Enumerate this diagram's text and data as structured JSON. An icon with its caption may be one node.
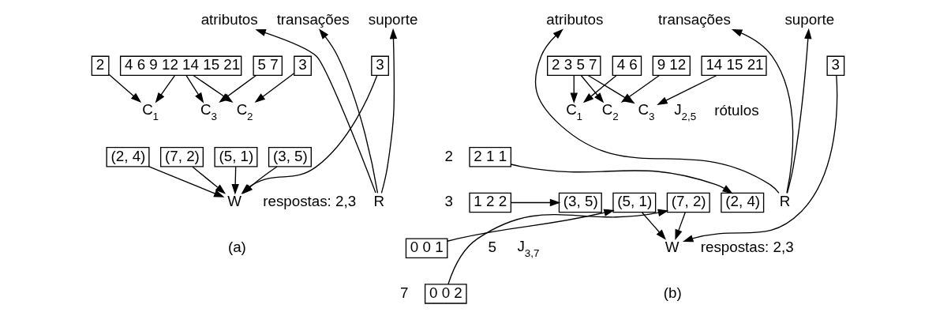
{
  "diagram": {
    "nodes": [
      {
        "text": [
          "R"
        ]
      },
      {
        "text": [
          "atributos"
        ]
      },
      {
        "text": [
          "transações"
        ]
      },
      {
        "text": [
          "suporte"
        ]
      },
      {
        "text": [
          "2"
        ]
      },
      {
        "text": [
          "3"
        ]
      },
      {
        "text": [
          "5 7"
        ]
      },
      {
        "text": [
          "4 6 9 12 14 15 21"
        ]
      },
      {
        "text": [
          "3"
        ]
      },
      {
        "text": [
          "C$_{1}$"
        ]
      },
      {
        "text": [
          "C$_{2}$"
        ]
      },
      {
        "text": [
          "C$_{3}$"
        ]
      },
      {
        "text": [
          "(2, 4)"
        ]
      },
      {
        "text": [
          "(3, 5)"
        ]
      },
      {
        "text": [
          "(5, 1)"
        ]
      },
      {
        "text": [
          "(7, 2)"
        ]
      },
      {
        "text": [
          "W"
        ],
        "beside": [
          "respostas: 2,3"
        ]
      },
      {
        "text": [
          "R"
        ]
      },
      {
        "text": [
          "atributos"
        ]
      },
      {
        "text": [
          "transações"
        ]
      },
      {
        "text": [
          "suporte"
        ]
      },
      {
        "text": [
          "2 3 5 7"
        ]
      },
      {
        "text": [
          "4 6"
        ]
      },
      {
        "text": [
          "9 12"
        ]
      },
      {
        "text": [
          "14 15 21"
        ]
      },
      {
        "text": [
          "3"
        ]
      },
      {
        "text": [
          "C$_{1}$"
        ]
      },
      {
        "text": [
          "C$_{2}$"
        ]
      },
      {
        "text": [
          "C$_{3}$"
        ]
      },
      {
        "text": [
          "2 1 1"
        ]
      },
      {
        "text": [
          "1 2 2"
        ]
      },
      {
        "text": [
          "0 0 1"
        ]
      },
      {
        "text": [
          "0 0 2"
        ]
      },
      {
        "text": [
          "(2, 4)"
        ]
      },
      {
        "text": [
          "(5, 1)"
        ]
      },
      {
        "text": [
          "(3, 5)"
        ]
      },
      {
        "text": [
          "(7, 2)"
        ]
      },
      {
        "text": [
          "W"
        ],
        "beside": [
          "respostas: 2,3"
        ]
      }
    ],
    "edges": [
      {
        "from": 0,
        "to": 1,
        "arrow": "to"
      },
      {
        "from": 0,
        "to": 2,
        "arrow": "to"
      },
      {
        "from": 0,
        "to": 3,
        "arrow": "to"
      },
      {
        "from": 4,
        "to": 9,
        "arrow": "to"
      },
      {
        "from": 5,
        "to": 10,
        "arrow": "to"
      },
      {
        "from": 6,
        "to": 11,
        "arrow": "to"
      },
      {
        "from": 7,
        "to": 9,
        "arrow": "to"
      },
      {
        "from": 7,
        "to": 10,
        "arrow": "to"
      },
      {
        "from": 7,
        "to": 11,
        "arrow": "to"
      },
      {
        "from": 8,
        "to": 16,
        "arrow": "to"
      },
      {
        "from": 12,
        "to": 16,
        "arrow": "to"
      },
      {
        "from": 13,
        "to": 16,
        "arrow": "to"
      },
      {
        "from": 14,
        "to": 16,
        "arrow": "to"
      },
      {
        "from": 15,
        "to": 16,
        "arrow": "to"
      },
      {
        "from": 17,
        "to": 18,
        "arrow": "to"
      },
      {
        "from": 17,
        "to": 19,
        "arrow": "to"
      },
      {
        "from": 17,
        "to": 20,
        "arrow": "to"
      },
      {
        "from": 21,
        "to": 26,
        "arrow": "to"
      },
      {
        "from": 21,
        "to": 27,
        "arrow": "to"
      },
      {
        "from": 21,
        "to": 28,
        "arrow": "to"
      },
      {
        "from": 22,
        "to": 26,
        "arrow": "to"
      },
      {
        "from": 23,
        "to": 27,
        "arrow": "to"
      },
      {
        "from": 24,
        "to": 28,
        "arrow": "to"
      },
      {
        "from": 25,
        "to": 37,
        "arrow": "to"
      },
      {
        "from": 29,
        "to": 33,
        "arrow": "to"
      },
      {
        "from": 30,
        "to": 35,
        "arrow": "to"
      },
      {
        "from": 31,
        "to": 34,
        "arrow": "to"
      },
      {
        "from": 32,
        "to": 36,
        "arrow": "to"
      },
      {
        "from": 34,
        "to": 37,
        "arrow": "to"
      },
      {
        "from": 36,
        "to": 37,
        "arrow": "to"
      }
    ],
    "labels": [
      "rótulos",
      "J$_{2,5}$",
      "2",
      "3",
      "J$_{3,7}$",
      "5",
      "7",
      "(a)",
      "(b)"
    ]
  }
}
